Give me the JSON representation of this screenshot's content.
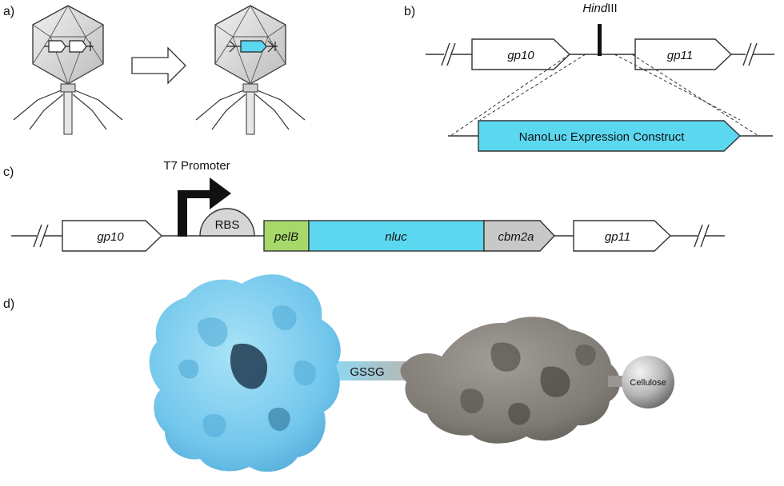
{
  "panels": {
    "a": "a)",
    "b": "b)",
    "c": "c)",
    "d": "d)"
  },
  "panel_b": {
    "site_italic": "Hind",
    "site_roman": "III",
    "gene_left": "gp10",
    "gene_right": "gp11",
    "construct": "NanoLuc Expression Construct"
  },
  "panel_c": {
    "promoter": "T7 Promoter",
    "rbs": "RBS",
    "gene_left": "gp10",
    "signal": "pelB",
    "reporter": "nluc",
    "binding_module": "cbm2a",
    "gene_right": "gp11"
  },
  "panel_d": {
    "linker": "GSSG",
    "bead": "Cellulose"
  },
  "colors": {
    "nanoluc_cyan": "#5bd8f0",
    "pelb_green": "#a6d96a",
    "cbm_gray": "#c8c8c8",
    "protein_blue": "#7ecdf0",
    "protein_gray": "#8a8580"
  }
}
